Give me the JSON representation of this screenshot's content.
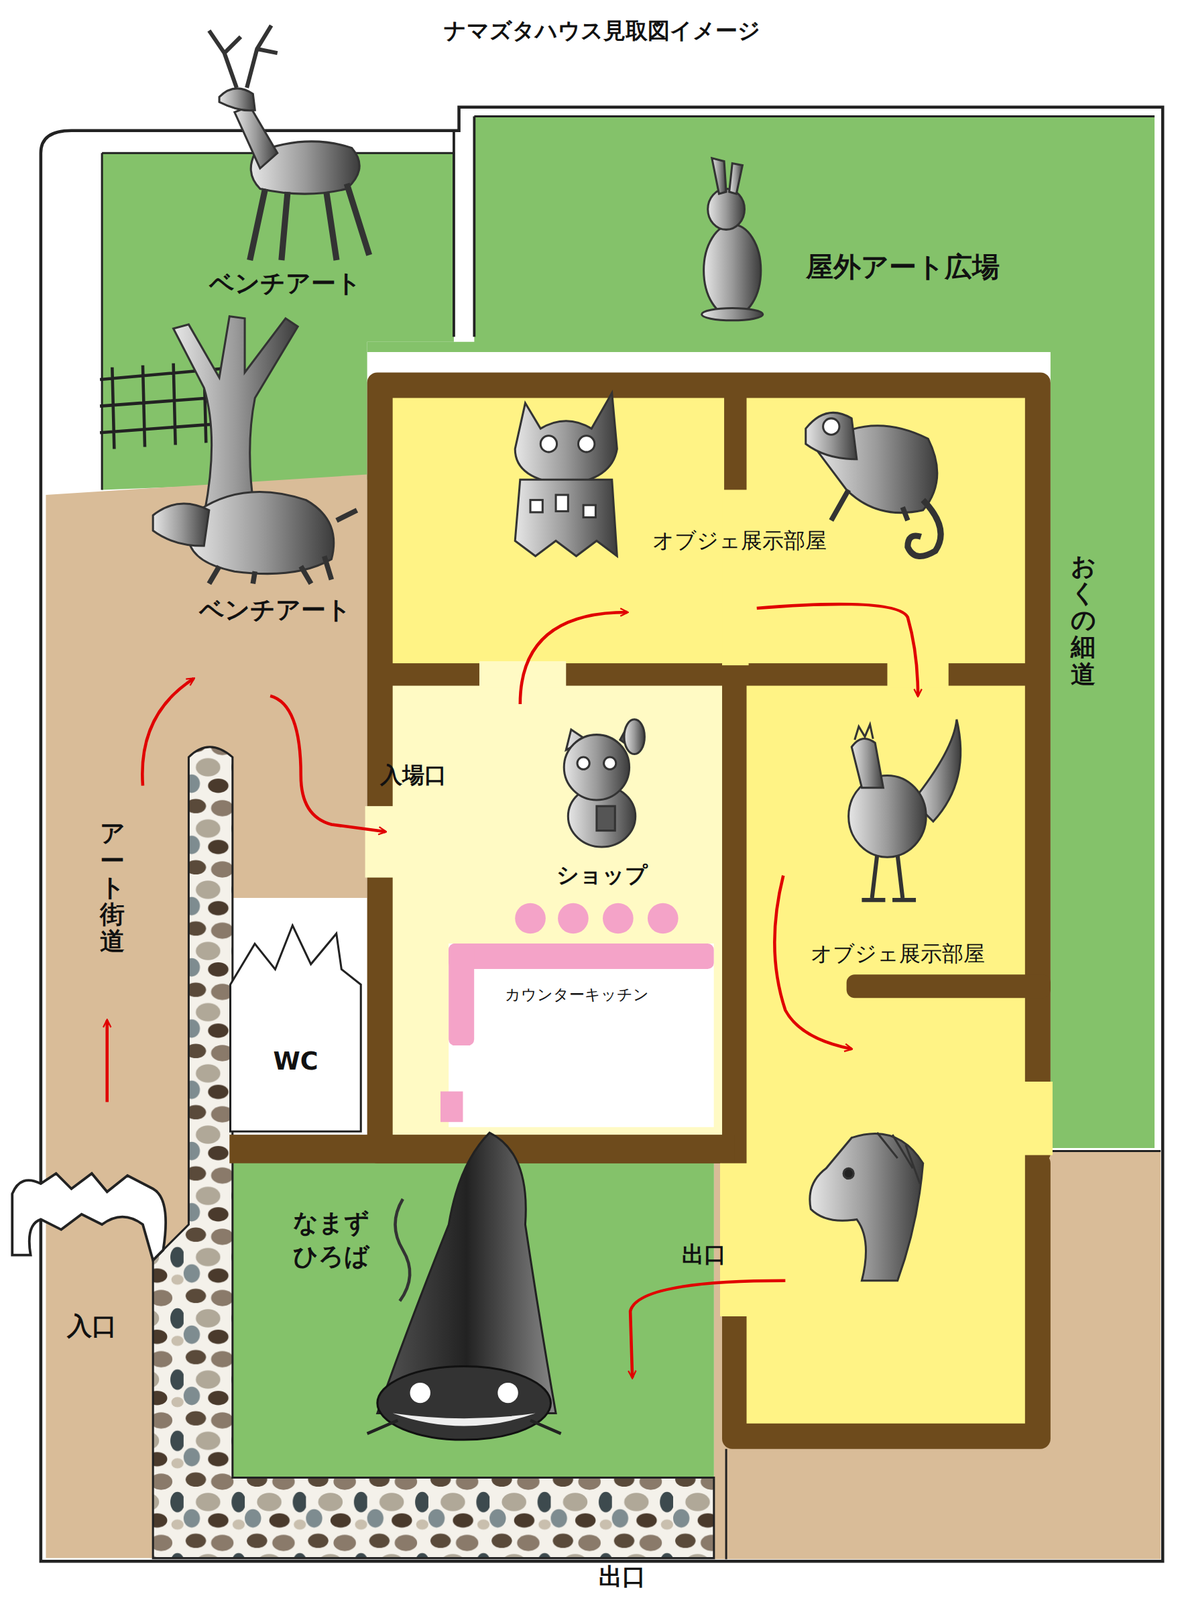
{
  "diagram": {
    "title": "ナマズタハウス見取図イメージ",
    "nodes": [
      {
        "text": [
          "WC"
        ]
      },
      {
        "text": [
          "カウンターキッチン"
        ]
      }
    ],
    "labels": [
      "ベンチアート",
      "屋外アート広場",
      "オブジェ展示部屋",
      "おくの細道",
      "ベンチアート",
      "入場口",
      "アート街道",
      "ショップ",
      "オブジェ展示部屋",
      "なまず ひろば",
      "出口",
      "入口",
      "出口"
    ]
  }
}
